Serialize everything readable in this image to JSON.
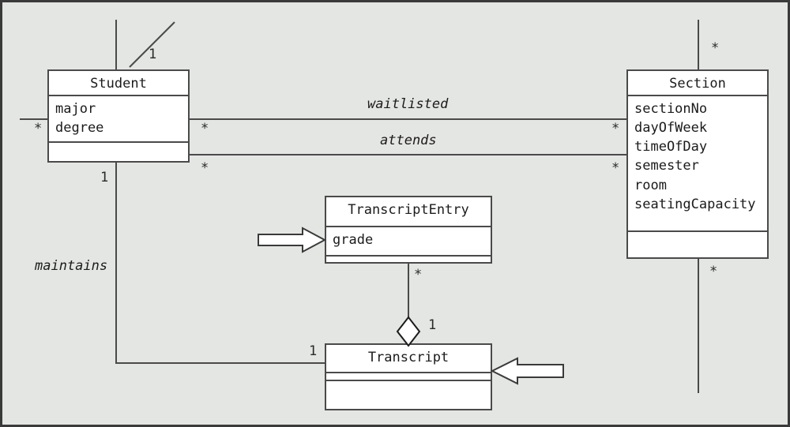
{
  "diagram": {
    "type": "uml-class-diagram",
    "background_color": "#e4e6e3",
    "border_color": "#3a3a3a",
    "line_color": "#4a4a4a",
    "box_fill": "#ffffff"
  },
  "classes": [
    {
      "id": "student",
      "name": "Student",
      "attributes": [
        "major",
        "degree"
      ],
      "operations": []
    },
    {
      "id": "section",
      "name": "Section",
      "attributes": [
        "sectionNo",
        "dayOfWeek",
        "timeOfDay",
        "semester",
        "room",
        "seatingCapacity"
      ],
      "operations": []
    },
    {
      "id": "transcriptentry",
      "name": "TranscriptEntry",
      "attributes": [
        "grade"
      ],
      "operations": []
    },
    {
      "id": "transcript",
      "name": "Transcript",
      "attributes": [],
      "operations": []
    }
  ],
  "associations": [
    {
      "id": "waitlisted",
      "label": "waitlisted",
      "from": "Student",
      "to": "Section",
      "from_multiplicity": "*",
      "to_multiplicity": "*"
    },
    {
      "id": "attends",
      "label": "attends",
      "from": "Student",
      "to": "Section",
      "from_multiplicity": "*",
      "to_multiplicity": "*"
    },
    {
      "id": "maintains",
      "label": "maintains",
      "from": "Student",
      "to": "Transcript",
      "from_multiplicity": "1",
      "to_multiplicity": "1"
    },
    {
      "id": "aggregation",
      "label": "",
      "from": "TranscriptEntry",
      "to": "Transcript",
      "from_multiplicity": "*",
      "to_multiplicity": "1",
      "kind": "aggregation"
    }
  ],
  "stub_multiplicities": {
    "student_top": "1",
    "student_left": "*",
    "section_top": "*",
    "section_bottom": "*"
  },
  "callout_arrows": [
    {
      "id": "arrow-transcriptentry",
      "points_to": "TranscriptEntry",
      "direction": "right"
    },
    {
      "id": "arrow-transcript",
      "points_to": "Transcript",
      "direction": "left"
    }
  ]
}
